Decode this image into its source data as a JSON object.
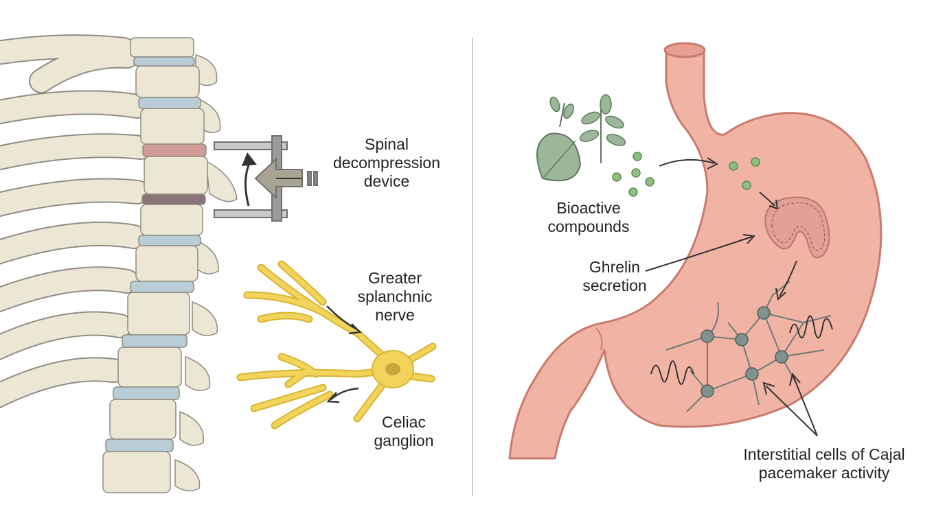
{
  "colors": {
    "bone": "#ece7d4",
    "bone_outline": "#8f8c83",
    "disc": "#b9cdd6",
    "disc_inflamed": "#cf9b94",
    "disc_dark": "#8a7478",
    "device": "#999999",
    "nerve": "#f2d45c",
    "nerve_outline": "#d8b430",
    "ganglion_core": "#c9a53a",
    "stomach": "#f1b3a4",
    "stomach_outline": "#c97a6e",
    "leaf": "#9cb69a",
    "leaf_outline": "#5d7a5c",
    "compound": "#8dc07f",
    "ghrelin_cell": "#e4a097",
    "icc_node": "#7f928d",
    "divider": "#bbbbbb",
    "text": "#222222"
  },
  "left_panel": {
    "device_label": [
      "Spinal",
      "decompression",
      "device"
    ],
    "nerve_label": [
      "Greater",
      "splanchnic",
      "nerve"
    ],
    "ganglion_label": [
      "Celiac",
      "ganglion"
    ],
    "device_icon": "clamp-icon"
  },
  "right_panel": {
    "compounds_label": [
      "Bioactive",
      "compounds"
    ],
    "ghrelin_label": [
      "Ghrelin",
      "secretion"
    ],
    "icc_label": [
      "Interstitial cells of Cajal",
      "pacemaker activity"
    ],
    "herb_icon": "leaf-icon",
    "wave_icon": "wave-icon"
  }
}
